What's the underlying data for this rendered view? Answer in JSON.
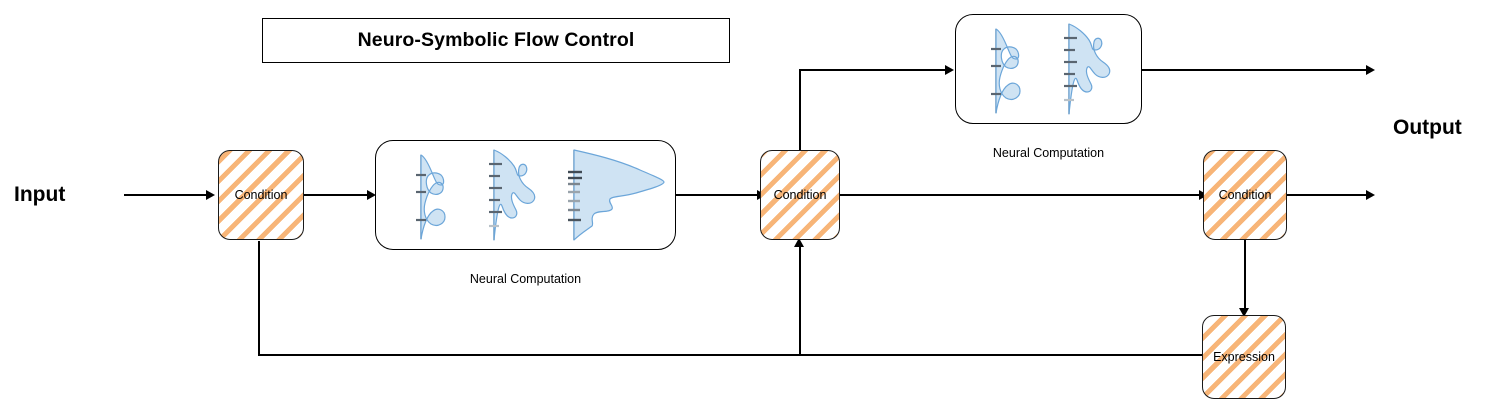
{
  "title": {
    "text": "Neuro-Symbolic Flow Control"
  },
  "endpoints": {
    "input_label": "Input",
    "output_label": "Output"
  },
  "nodes": {
    "condition_1": {
      "label": "Condition"
    },
    "condition_2": {
      "label": "Condition"
    },
    "condition_3": {
      "label": "Condition"
    },
    "expression_1": {
      "label": "Expression"
    }
  },
  "neural_blocks": {
    "main": {
      "caption": "Neural Computation"
    },
    "branch": {
      "caption": "Neural Computation"
    }
  },
  "colors": {
    "stroke": "#000000",
    "hatch": "#f6a860",
    "density_fill": "#cfe3f3",
    "density_stroke": "#6ca6d9",
    "axis": "#9aa7b0",
    "tick": "#5a6570"
  },
  "chart_data": {
    "type": "area",
    "orientation": "horizontal-ridgeline",
    "description": "Kernel density curves rendered sideways with a vertical axis and tick marks on each axis.",
    "plots": [
      {
        "name": "density-trimodal",
        "axis_ticks": [
          0.22,
          0.44,
          0.76
        ],
        "x": [
          0.0,
          0.06,
          0.12,
          0.18,
          0.24,
          0.3,
          0.36,
          0.42,
          0.48,
          0.54,
          0.6,
          0.66,
          0.72,
          0.78,
          0.84,
          0.9,
          0.96,
          1.0
        ],
        "y": [
          0.02,
          0.1,
          0.46,
          0.72,
          0.4,
          0.14,
          0.26,
          0.62,
          0.44,
          0.16,
          0.1,
          0.22,
          0.58,
          0.82,
          0.5,
          0.18,
          0.05,
          0.02
        ]
      },
      {
        "name": "density-broad-left-skew",
        "axis_ticks": [
          0.14,
          0.3,
          0.44,
          0.58,
          0.74,
          0.88
        ],
        "x": [
          0.0,
          0.06,
          0.12,
          0.18,
          0.24,
          0.3,
          0.36,
          0.42,
          0.48,
          0.54,
          0.6,
          0.66,
          0.72,
          0.78,
          0.84,
          0.9,
          0.96,
          1.0
        ],
        "y": [
          0.05,
          0.4,
          0.78,
          0.66,
          0.84,
          0.92,
          0.8,
          0.72,
          0.76,
          0.7,
          0.52,
          0.34,
          0.4,
          0.62,
          0.44,
          0.2,
          0.06,
          0.02
        ]
      },
      {
        "name": "density-sharp-peak",
        "axis_ticks": [
          0.16,
          0.21,
          0.25,
          0.34,
          0.44,
          0.54,
          0.64,
          0.8
        ],
        "x": [
          0.0,
          0.06,
          0.12,
          0.18,
          0.24,
          0.3,
          0.36,
          0.42,
          0.48,
          0.54,
          0.6,
          0.66,
          0.72,
          0.78,
          0.84,
          0.9,
          0.96,
          1.0
        ],
        "y": [
          0.04,
          0.24,
          0.56,
          0.88,
          1.0,
          0.7,
          0.46,
          0.42,
          0.34,
          0.3,
          0.36,
          0.26,
          0.18,
          0.44,
          0.34,
          0.12,
          0.04,
          0.02
        ]
      }
    ]
  }
}
